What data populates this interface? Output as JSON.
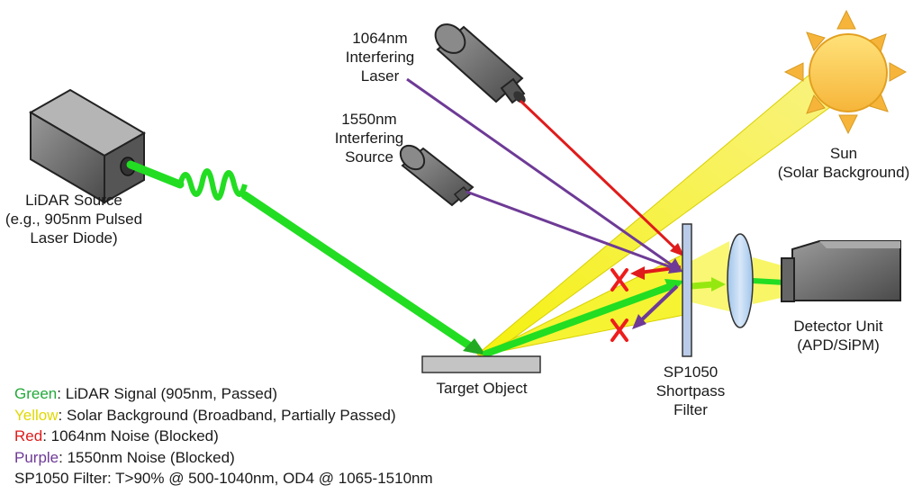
{
  "labels": {
    "lidar_source": [
      "LiDAR Source",
      "(e.g., 905nm Pulsed",
      "Laser Diode)"
    ],
    "laser_1064": [
      "1064nm",
      "Interfering",
      "Laser"
    ],
    "source_1550": [
      "1550nm",
      "Interfering",
      "Source"
    ],
    "sun": [
      "Sun",
      "(Solar Background)"
    ],
    "detector": [
      "Detector Unit",
      "(APD/SiPM)"
    ],
    "target": "Target Object",
    "filter": [
      "SP1050",
      "Shortpass",
      "Filter"
    ]
  },
  "legend": [
    {
      "key": "Green",
      "text": ": LiDAR Signal (905nm, Passed)",
      "color": "#22a83a"
    },
    {
      "key": "Yellow",
      "text": ": Solar Background (Broadband, Partially Passed)",
      "color": "#e8e000"
    },
    {
      "key": "Red",
      "text": ": 1064nm Noise (Blocked)",
      "color": "#e01b1b"
    },
    {
      "key": "Purple",
      "text": ": 1550nm Noise (Blocked)",
      "color": "#6e3a96"
    },
    {
      "key": "",
      "text": "SP1050 Filter: T>90% @ 500-1040nm, OD4 @ 1065-1510nm",
      "color": "#1a1a1a"
    }
  ],
  "colors": {
    "lidar_green": "#22dd22",
    "solar_yellow": "#f4f000",
    "noise_red": "#e01b1b",
    "noise_purple": "#6e3a96",
    "block_x": "#ee1c1c",
    "filter_blue": "#b9cbe8",
    "lens_blue": "#bcd6f2",
    "sun_orange": "#f6b53a",
    "device_gray": "#6e6e6e"
  }
}
